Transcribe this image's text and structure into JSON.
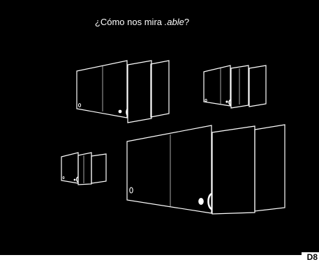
{
  "slide": {
    "background_color": "#000000",
    "line_color": "#ffffff",
    "title": {
      "prefix": "¿Cómo nos mira ",
      "emphasis": ".able",
      "suffix": "?"
    }
  },
  "corner_label": "D8"
}
